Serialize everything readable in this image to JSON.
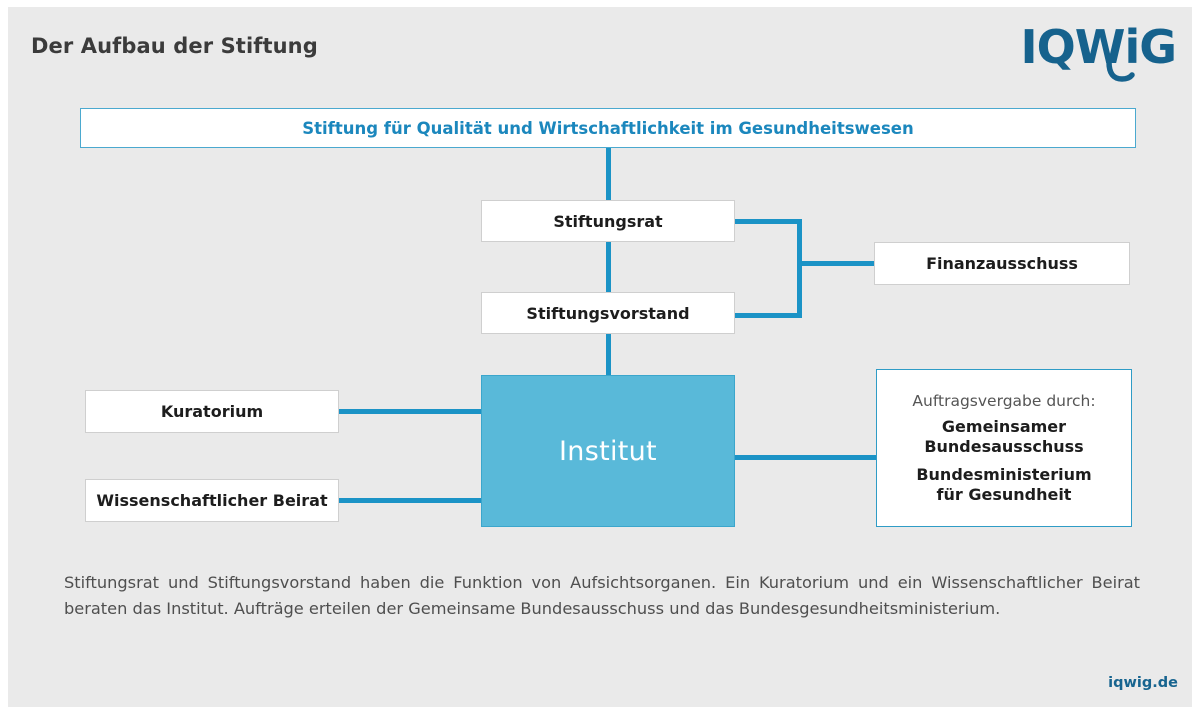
{
  "header": {
    "title": "Der Aufbau der Stiftung",
    "logo_text": "IQWiG",
    "logo_name": "iqwig-logo"
  },
  "colors": {
    "background": "#eaeaea",
    "connector": "#1b93c6",
    "accent_blue": "#1b87bd",
    "institut_fill": "#59b9d9",
    "institut_border": "#3ba6cc",
    "box_border": "#cfcfcf",
    "text_dark": "#1d1d1d",
    "text_caption": "#4f4f4f",
    "footer": "#17648f"
  },
  "diagram": {
    "foundation_box": {
      "label": "Stiftung für Qualität und Wirtschaftlichkeit im Gesundheitswesen"
    },
    "boards": [
      {
        "label": "Stiftungsrat"
      },
      {
        "label": "Stiftungsvorstand"
      }
    ],
    "finance_committee": {
      "label": "Finanzausschuss"
    },
    "institute": {
      "label": "Institut"
    },
    "advisory": [
      {
        "label": "Kuratorium"
      },
      {
        "label": "Wissenschaftlicher Beirat"
      }
    ],
    "commissioning": {
      "heading": "Auftragsvergabe durch:",
      "items": [
        "Gemeinsamer\nBundesausschuss",
        "Bundesministerium\nfür Gesundheit"
      ],
      "item_1_line_1": "Gemeinsamer",
      "item_1_line_2": "Bundesausschuss",
      "item_2_line_1": "Bundesministerium",
      "item_2_line_2": "für Gesundheit"
    }
  },
  "caption": {
    "text": "Stiftungsrat und Stiftungsvorstand haben die Funktion von Aufsichtsorganen. Ein Kuratorium und ein Wissenschaftlicher Beirat beraten das Institut. Aufträge erteilen der Gemeinsame Bundesausschuss und das Bundesgesundheitsministerium."
  },
  "footer": {
    "link_text": "iqwig.de"
  }
}
